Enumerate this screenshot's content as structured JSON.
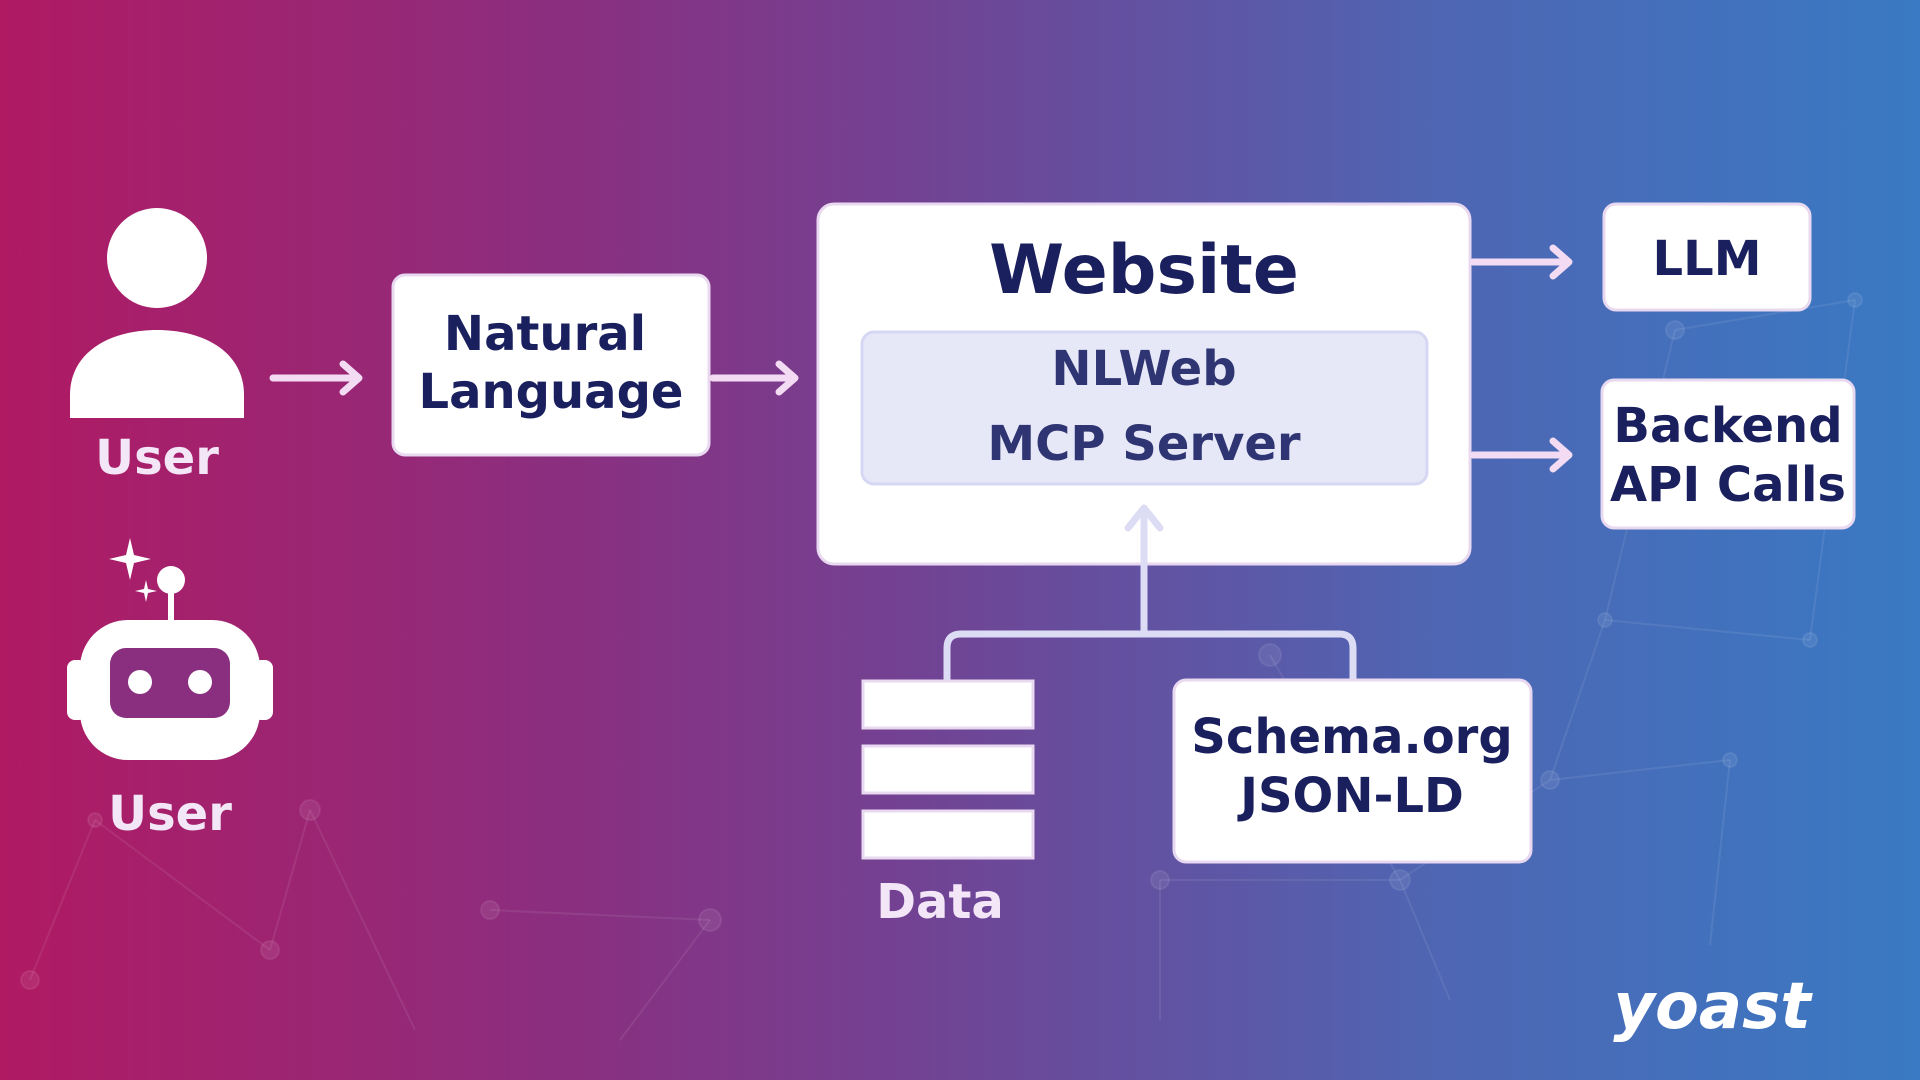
{
  "users": {
    "human_label": "User",
    "bot_label": "User",
    "human_icon": "person-icon",
    "bot_icon": "robot-icon"
  },
  "natural_language": {
    "line1": "Natural",
    "line2": "Language"
  },
  "website": {
    "title": "Website",
    "inner_line1": "NLWeb",
    "inner_line2": "MCP Server"
  },
  "llm": {
    "label": "LLM"
  },
  "backend": {
    "line1": "Backend",
    "line2": "API Calls"
  },
  "data_store": {
    "label": "Data",
    "icon": "database-stack-icon"
  },
  "schema": {
    "line1": "Schema.org",
    "line2": "JSON-LD"
  },
  "brand": {
    "logo_text": "yoast",
    "logo_color": "#a4c639"
  },
  "colors": {
    "box_fill": "#ffffff",
    "inner_fill": "#e6e8f8",
    "text_dark": "#1a1f5e",
    "arrow": "#f3dcf3",
    "connector": "#dcdcf5"
  }
}
